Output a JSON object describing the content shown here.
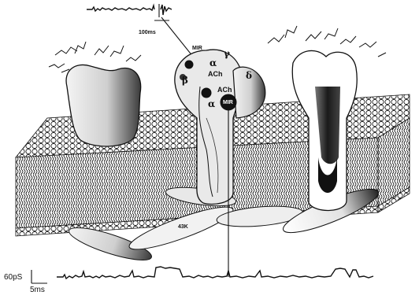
{
  "labels": {
    "top_scale_time": "100ms",
    "mir_top": "MIR",
    "gamma": "γ",
    "alpha_top": "α",
    "ach_top": "ACh",
    "delta": "δ",
    "beta": "β",
    "ach_right": "ACh",
    "alpha_bottom": "α",
    "mir_center": "MIR",
    "protein_43k": "43K",
    "bottom_scale_current": "60pS",
    "bottom_scale_time": "5ms"
  },
  "colors": {
    "ink": "#111111",
    "paper": "#ffffff",
    "membrane_head": "#ffffff"
  }
}
